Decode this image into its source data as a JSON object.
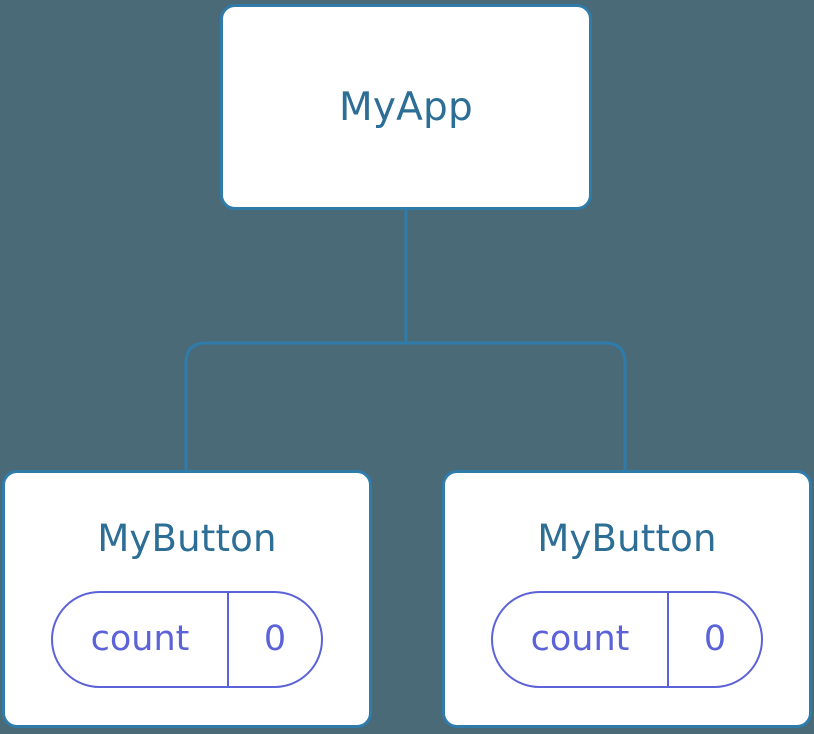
{
  "canvas": {
    "background_color": "#4a6a77",
    "node_border_color": "#2f7cab",
    "node_fill_color": "#ffffff",
    "node_title_color": "#2d6e96",
    "state_pill_color": "#5c63d8",
    "connector_color": "#2f7cab"
  },
  "tree": {
    "root": {
      "title": "MyApp"
    },
    "children": [
      {
        "title": "MyButton",
        "state": {
          "key": "count",
          "value": "0"
        }
      },
      {
        "title": "MyButton",
        "state": {
          "key": "count",
          "value": "0"
        }
      }
    ]
  }
}
